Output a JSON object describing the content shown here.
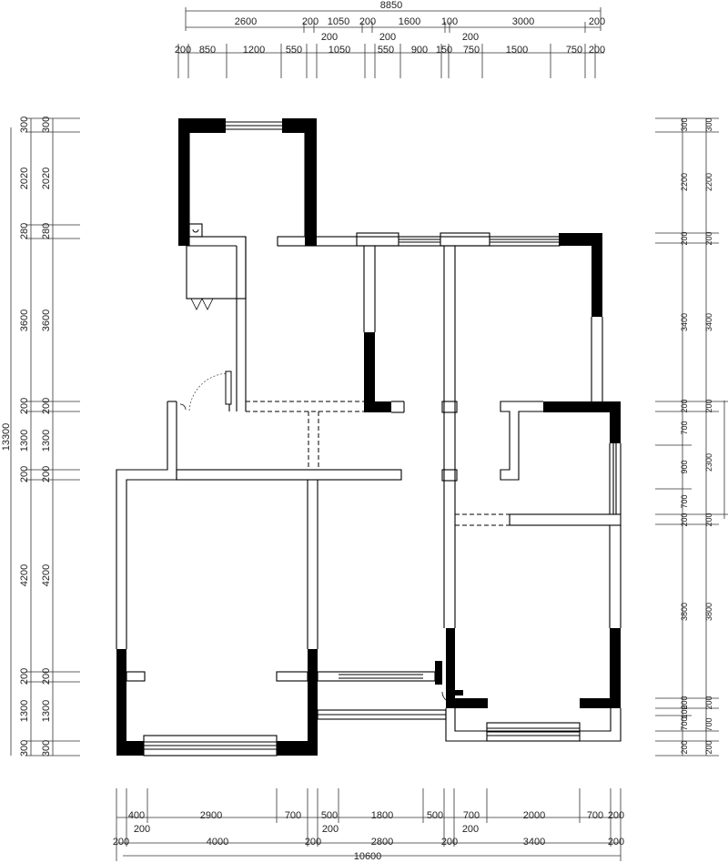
{
  "top_dims": {
    "total": "8850",
    "row1": [
      "2600",
      "200",
      "1050",
      "200",
      "1600",
      "100",
      "3000",
      "200"
    ],
    "row2_floating": [
      "200",
      "200",
      "200"
    ],
    "row3": [
      "200",
      "850",
      "1200",
      "550",
      "1050",
      "550",
      "900",
      "150",
      "750",
      "1500",
      "750",
      "200"
    ]
  },
  "bottom_dims": {
    "row1": [
      "400",
      "2900",
      "700",
      "500",
      "1800",
      "500",
      "700",
      "2000",
      "700",
      "200"
    ],
    "row1_floating": [
      "200",
      "200",
      "200"
    ],
    "row2": [
      "200",
      "4000",
      "200",
      "2800",
      "200",
      "3400",
      "200"
    ],
    "total": "10600"
  },
  "left_dims": {
    "total": "13300",
    "column": [
      "300",
      "2020",
      "280",
      "3600",
      "200",
      "1300",
      "200",
      "4200",
      "200",
      "1300",
      "300"
    ]
  },
  "right_dims": {
    "outer": [
      "300",
      "2200",
      "200",
      "3400",
      "200",
      "2300",
      "200",
      "3800",
      "200",
      "700",
      "200"
    ],
    "inner": [
      "300",
      "2200",
      "200",
      "3400",
      "200",
      "700",
      "900",
      "700",
      "200",
      "3800",
      "200",
      "100",
      "700",
      "200"
    ]
  }
}
